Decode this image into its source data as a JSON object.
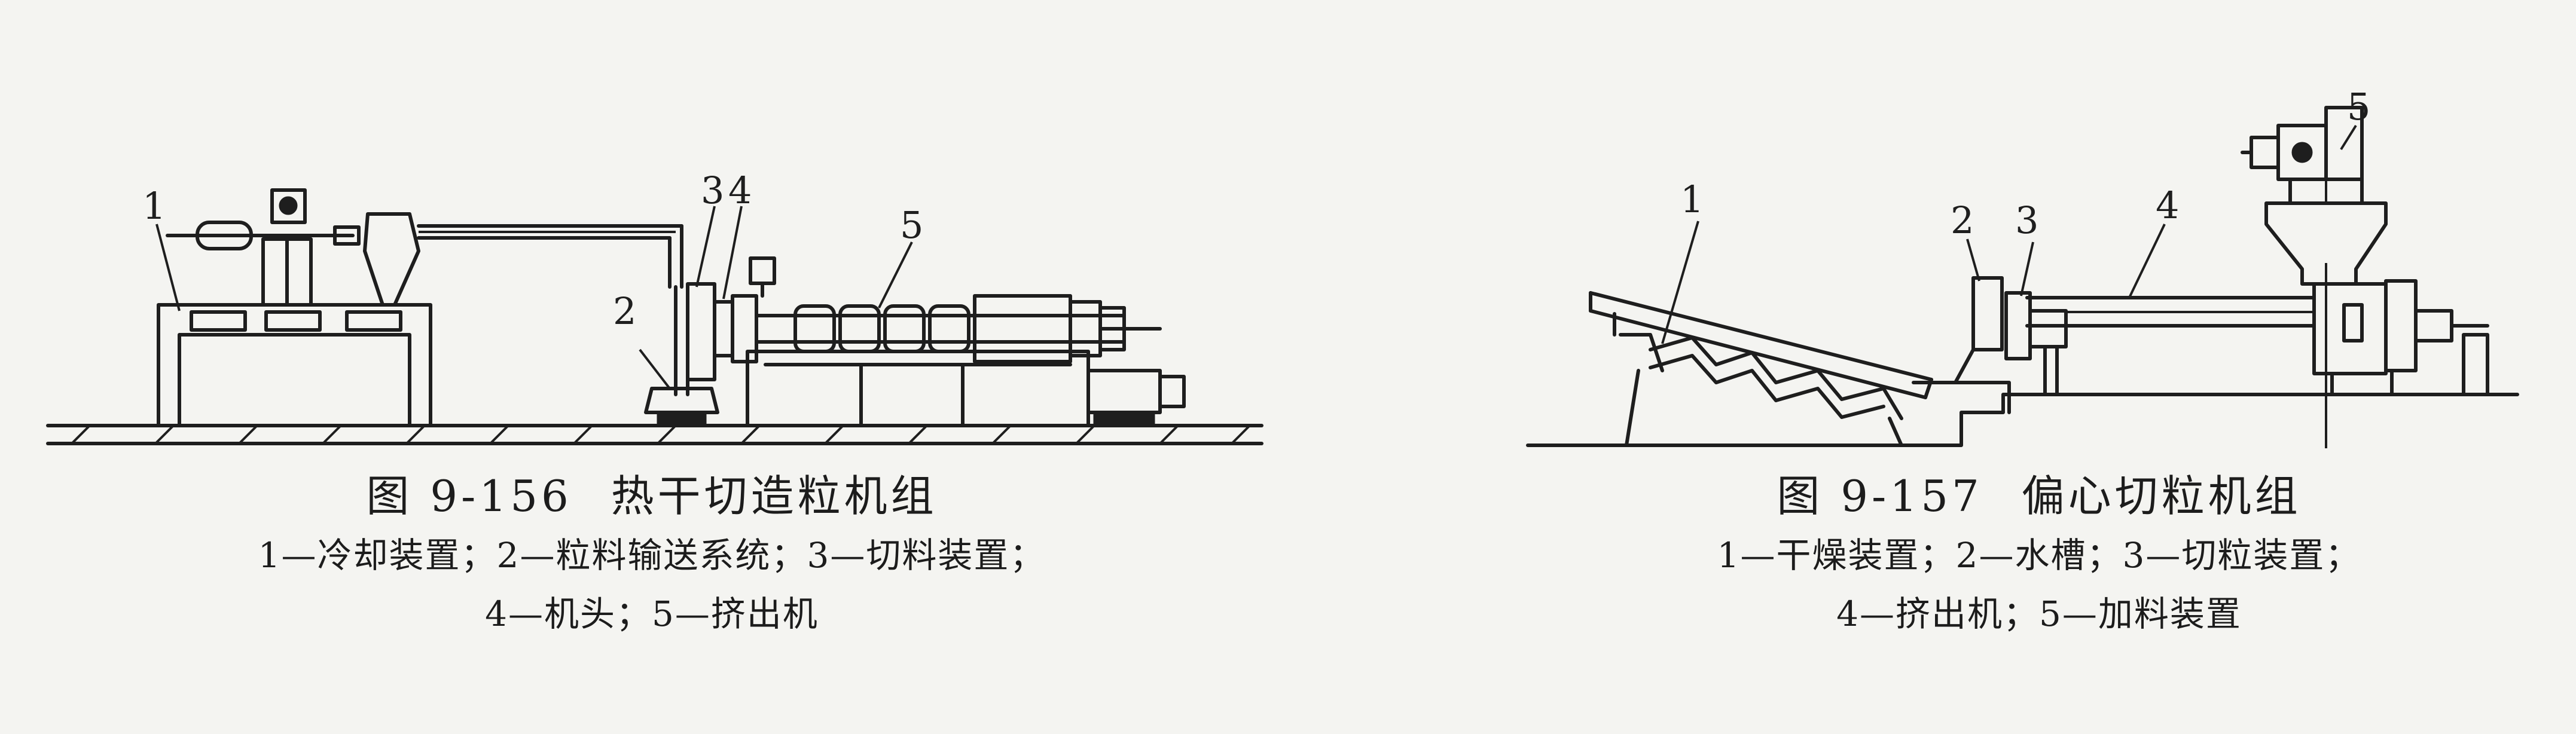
{
  "figure_156": {
    "title_num": "图 9-156",
    "title_text": "热干切造粒机组",
    "legend_line1": "1—冷却装置；2—粒料输送系统；3—切料装置；",
    "legend_line2": "4—机头；5—挤出机",
    "callouts": [
      "1",
      "2",
      "3",
      "4",
      "5"
    ]
  },
  "figure_157": {
    "title_num": "图 9-157",
    "title_text": "偏心切粒机组",
    "legend_line1": "1—干燥装置；2—水槽；3—切粒装置；",
    "legend_line2": "4—挤出机；5—加料装置",
    "callouts": [
      "1",
      "2",
      "3",
      "4",
      "5"
    ]
  }
}
